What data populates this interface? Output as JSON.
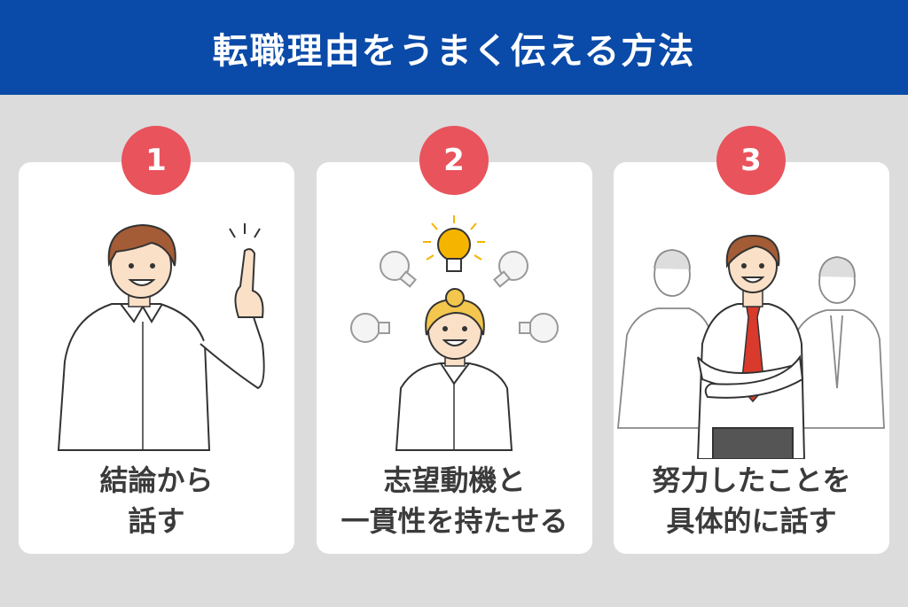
{
  "header": {
    "title": "転職理由をうまく伝える方法"
  },
  "steps": [
    {
      "number": "1",
      "line1": "結論から",
      "line2": "話す"
    },
    {
      "number": "2",
      "line1": "志望動機と",
      "line2": "一貫性を持たせる"
    },
    {
      "number": "3",
      "line1": "努力したことを",
      "line2": "具体的に話す"
    }
  ],
  "colors": {
    "header_bg": "#0a4aa8",
    "badge": "#e8535c",
    "background": "#dcdcdc",
    "card": "#ffffff",
    "hair": "#a35c35",
    "bulb_lit": "#f5b400",
    "tie": "#d93a2b"
  },
  "illustrations": [
    "man-pointing-up",
    "woman-with-lightbulbs",
    "confident-man-with-colleagues"
  ]
}
